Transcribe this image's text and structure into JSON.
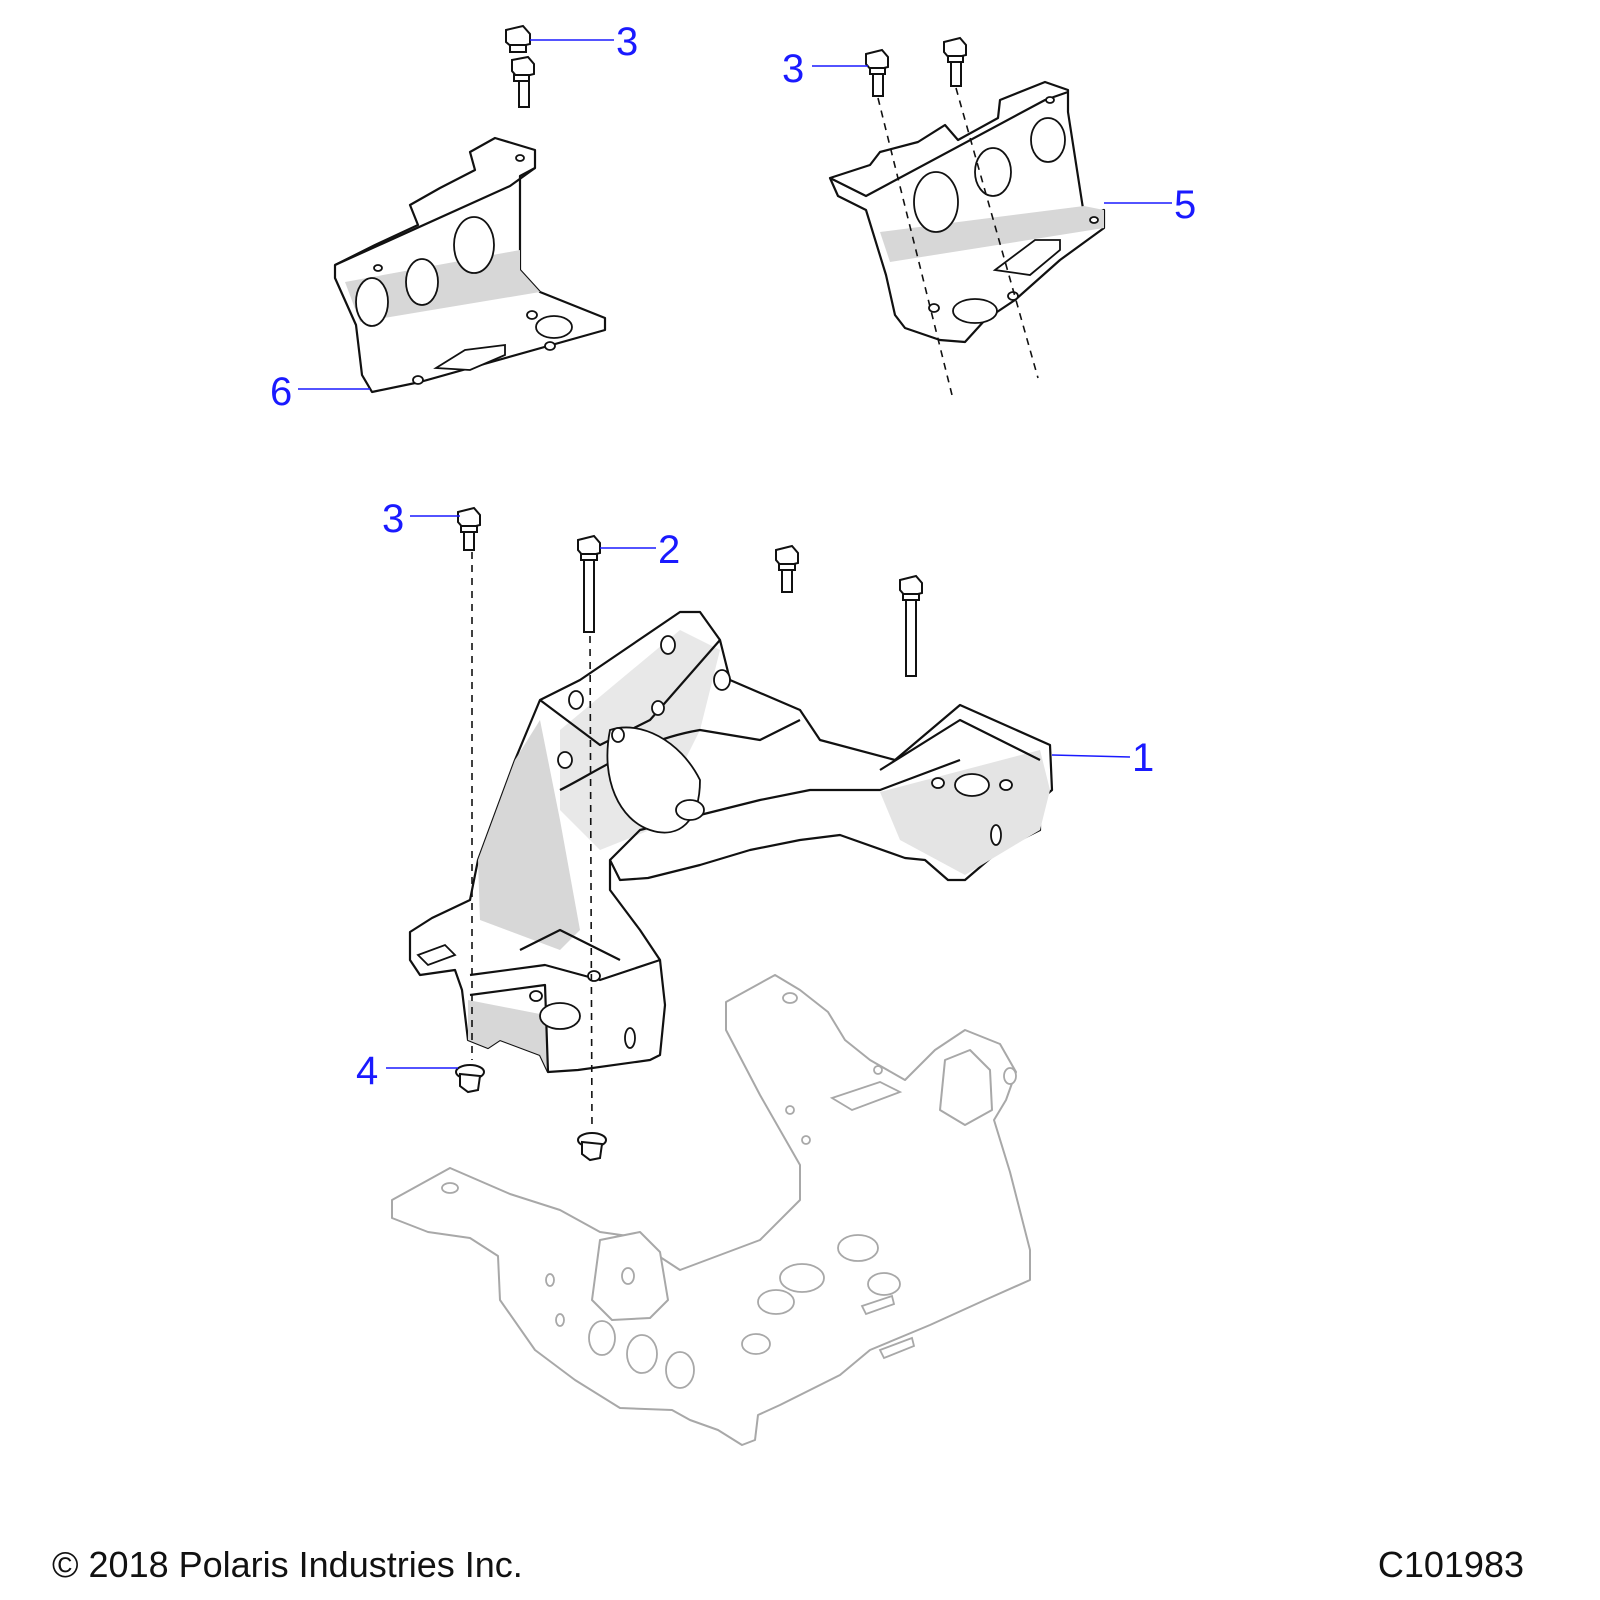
{
  "callouts": [
    {
      "id": "c1",
      "label": "1"
    },
    {
      "id": "c2",
      "label": "2"
    },
    {
      "id": "c3a",
      "label": "3"
    },
    {
      "id": "c3b",
      "label": "3"
    },
    {
      "id": "c3c",
      "label": "3"
    },
    {
      "id": "c4",
      "label": "4"
    },
    {
      "id": "c5",
      "label": "5"
    },
    {
      "id": "c6",
      "label": "6"
    }
  ],
  "footer": {
    "copyright": "© 2018 Polaris Industries Inc.",
    "drawing_number": "C101983"
  },
  "colors": {
    "callout": "#1a1aff",
    "line": "#111111",
    "ghost": "#a8a8a8",
    "shade": "#d7d7d7"
  }
}
